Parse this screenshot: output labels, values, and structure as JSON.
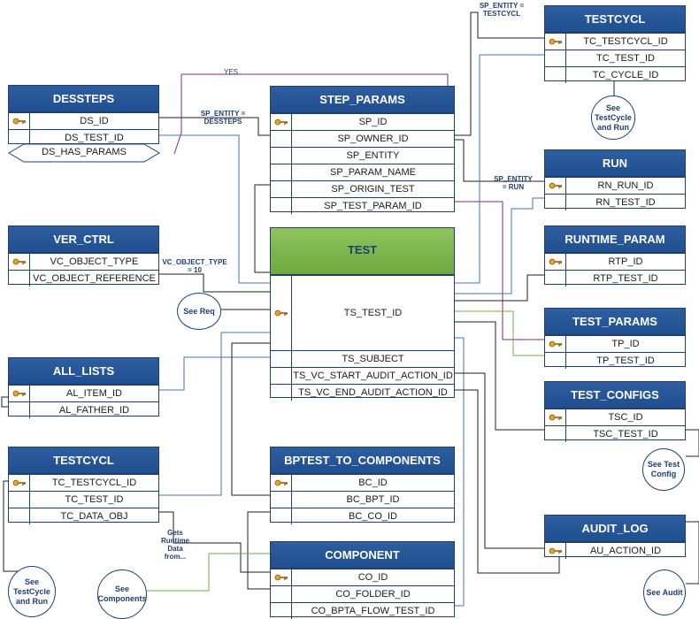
{
  "entities": {
    "testcycl_top": {
      "title": "TESTCYCL",
      "rows": [
        "TC_TESTCYCL_ID",
        "TC_TEST_ID",
        "TC_CYCLE_ID"
      ]
    },
    "dessteps": {
      "title": "DESSTEPS",
      "rows": [
        "DS_ID",
        "DS_TEST_ID"
      ],
      "diamond": "DS_HAS_PARAMS"
    },
    "step_params": {
      "title": "STEP_PARAMS",
      "rows": [
        "SP_ID",
        "SP_OWNER_ID",
        "SP_ENTITY",
        "SP_PARAM_NAME",
        "SP_ORIGIN_TEST",
        "SP_TEST_PARAM_ID"
      ]
    },
    "run": {
      "title": "RUN",
      "rows": [
        "RN_RUN_ID",
        "RN_TEST_ID"
      ]
    },
    "ver_ctrl": {
      "title": "VER_CTRL",
      "rows": [
        "VC_OBJECT_TYPE",
        "VC_OBJECT_REFERENCE"
      ]
    },
    "test": {
      "title": "TEST",
      "rows": [
        "TS_TEST_ID",
        "TS_SUBJECT",
        "TS_VC_START_AUDIT_ACTION_ID",
        "TS_VC_END_AUDIT_ACTION_ID"
      ]
    },
    "runtime_param": {
      "title": "RUNTIME_PARAM",
      "rows": [
        "RTP_ID",
        "RTP_TEST_ID"
      ]
    },
    "test_params": {
      "title": "TEST_PARAMS",
      "rows": [
        "TP_ID",
        "TP_TEST_ID"
      ]
    },
    "all_lists": {
      "title": "ALL_LISTS",
      "rows": [
        "AL_ITEM_ID",
        "AL_FATHER_ID"
      ]
    },
    "test_configs": {
      "title": "TEST_CONFIGS",
      "rows": [
        "TSC_ID",
        "TSC_TEST_ID"
      ]
    },
    "testcycl_bottom": {
      "title": "TESTCYCL",
      "rows": [
        "TC_TESTCYCL_ID",
        "TC_TEST_ID",
        "TC_DATA_OBJ"
      ]
    },
    "bptest": {
      "title": "BPTEST_TO_COMPONENTS",
      "rows": [
        "BC_ID",
        "BC_BPT_ID",
        "BC_CO_ID"
      ]
    },
    "audit_log": {
      "title": "AUDIT_LOG",
      "rows": [
        "AU_ACTION_ID"
      ]
    },
    "component": {
      "title": "COMPONENT",
      "rows": [
        "CO_ID",
        "CO_FOLDER_ID",
        "CO_BPTA_FLOW_TEST_ID"
      ]
    }
  },
  "labels": {
    "yes": "YES",
    "sp_entity_dessteps_1": "SP_ENTITY =",
    "sp_entity_dessteps_2": "DESSTEPS",
    "sp_entity_testcycl_1": "SP_ENTITY =",
    "sp_entity_testcycl_2": "TESTCYCL",
    "sp_entity_run_1": "SP_ENTITY",
    "sp_entity_run_2": "= RUN",
    "vc_object_type_1": "VC_OBJECT_TYPE",
    "vc_object_type_2": "= 10",
    "gets_runtime_1": "Gets",
    "gets_runtime_2": "Runtime",
    "gets_runtime_3": "Data",
    "gets_runtime_4": "from..."
  },
  "notes": {
    "see_testcycle_run_top": [
      "See",
      "TestCycle",
      "and Run"
    ],
    "see_req": [
      "See Req"
    ],
    "see_test_config": [
      "See Test",
      "Config"
    ],
    "see_testcycle_run_bottom": [
      "See",
      "TestCycle",
      "and Run"
    ],
    "see_components": [
      "See",
      "Components"
    ],
    "see_audit": [
      "See Audit"
    ]
  },
  "colors": {
    "header": "#2b5797",
    "test_header": "#7ab648",
    "line_blue": "#4472c4",
    "line_dark": "#1f1f1f",
    "line_purple": "#7b2c7b",
    "line_green": "#70ad47"
  }
}
